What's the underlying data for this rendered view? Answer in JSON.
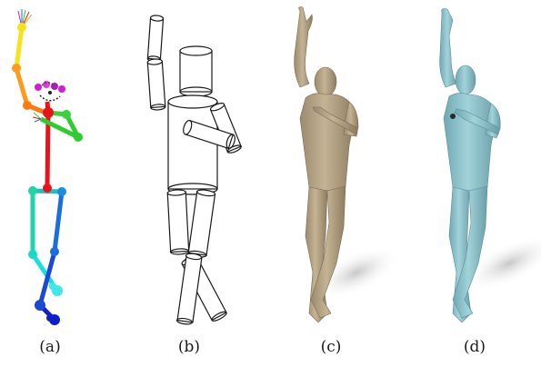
{
  "panels": [
    {
      "label": "(a)"
    },
    {
      "label": "(b)"
    },
    {
      "label": "(c)"
    },
    {
      "label": "(d)"
    }
  ],
  "colors": {
    "skeleton_spine": "#e8141c",
    "skeleton_arm_upper": "#ff9a1a",
    "skeleton_hand": "#f7e21c",
    "skeleton_left_arm": "#2ecc2e",
    "skeleton_leg_upper": "#1fd4c0",
    "skeleton_leg_lower": "#1a6fe0",
    "skeleton_foot": "#1020c8",
    "skeleton_face": "#d21ed2",
    "mesh_tan": "#b8a68a",
    "mesh_blue": "#8fc4cc",
    "outline": "#1a1a1a"
  }
}
